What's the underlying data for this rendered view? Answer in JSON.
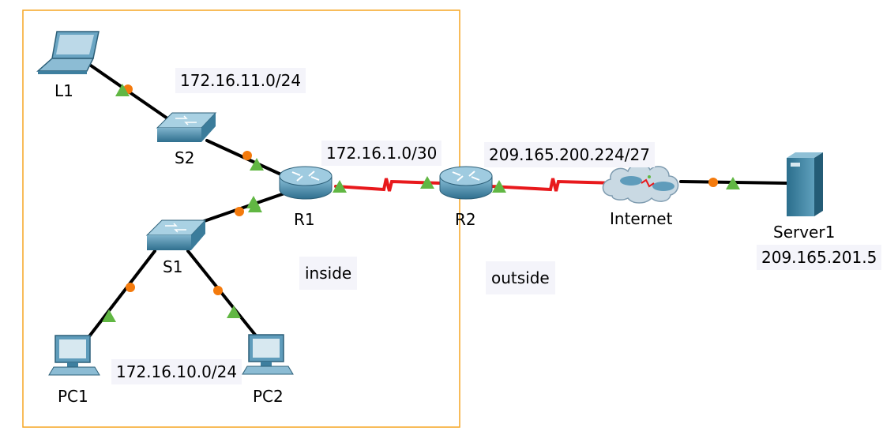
{
  "colors": {
    "boundary": "#f5a623",
    "link": "#000000",
    "wan_link": "#e8191c",
    "port_up": "#61b743",
    "port_transition": "#f47a0c"
  },
  "devices": [
    {
      "id": "L1",
      "type": "laptop",
      "label": "L1"
    },
    {
      "id": "S2",
      "type": "switch",
      "label": "S2"
    },
    {
      "id": "S1",
      "type": "switch",
      "label": "S1"
    },
    {
      "id": "R1",
      "type": "router",
      "label": "R1"
    },
    {
      "id": "R2",
      "type": "router",
      "label": "R2"
    },
    {
      "id": "Internet",
      "type": "cloud",
      "label": "Internet"
    },
    {
      "id": "Server1",
      "type": "server",
      "label": "Server1",
      "address": "209.165.201.5"
    },
    {
      "id": "PC1",
      "type": "pc",
      "label": "PC1"
    },
    {
      "id": "PC2",
      "type": "pc",
      "label": "PC2"
    }
  ],
  "links": [
    {
      "from": "L1",
      "to": "S2",
      "kind": "ethernet"
    },
    {
      "from": "S2",
      "to": "R1",
      "kind": "ethernet"
    },
    {
      "from": "S1",
      "to": "R1",
      "kind": "ethernet"
    },
    {
      "from": "S1",
      "to": "PC1",
      "kind": "ethernet"
    },
    {
      "from": "S1",
      "to": "PC2",
      "kind": "ethernet"
    },
    {
      "from": "R1",
      "to": "R2",
      "kind": "serial"
    },
    {
      "from": "R2",
      "to": "Internet",
      "kind": "serial"
    },
    {
      "from": "Internet",
      "to": "Server1",
      "kind": "ethernet"
    }
  ],
  "networks": {
    "lan_s2": "172.16.11.0/24",
    "lan_s1": "172.16.10.0/24",
    "r1_r2": "172.16.1.0/30",
    "r2_isp": "209.165.200.224/27"
  },
  "zones": {
    "inside": "inside",
    "outside": "outside"
  }
}
